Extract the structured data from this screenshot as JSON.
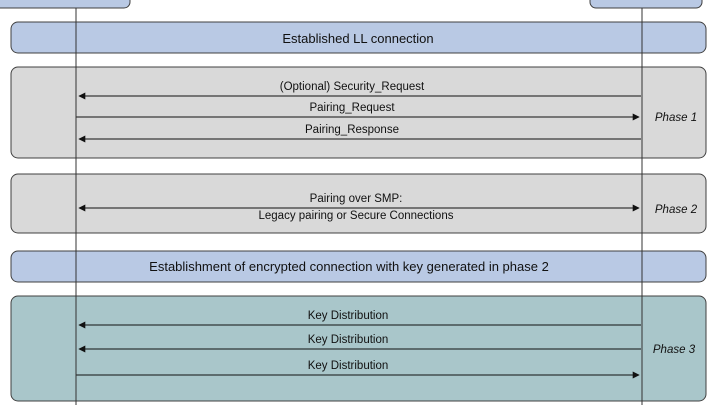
{
  "connection_banner": "Established LL connection",
  "encryption_banner": "Establishment of encrypted connection with key generated in phase 2",
  "phases": [
    {
      "label": "Phase 1",
      "messages": [
        {
          "text": "(Optional) Security_Request",
          "direction": "left"
        },
        {
          "text": "Pairing_Request",
          "direction": "right"
        },
        {
          "text": "Pairing_Response",
          "direction": "left"
        }
      ]
    },
    {
      "label": "Phase 2",
      "messages": [
        {
          "line1": "Pairing over SMP:",
          "line2": "Legacy pairing or Secure Connections",
          "direction": "both"
        }
      ]
    },
    {
      "label": "Phase 3",
      "messages": [
        {
          "text": "Key Distribution",
          "direction": "left"
        },
        {
          "text": "Key Distribution",
          "direction": "left"
        },
        {
          "text": "Key Distribution",
          "direction": "right"
        }
      ]
    }
  ],
  "colors": {
    "banner_fill": "#b9c9e4",
    "phase_fill": "#d9d9d9",
    "phase3_fill": "#a9c6ca",
    "stroke": "#404040"
  }
}
